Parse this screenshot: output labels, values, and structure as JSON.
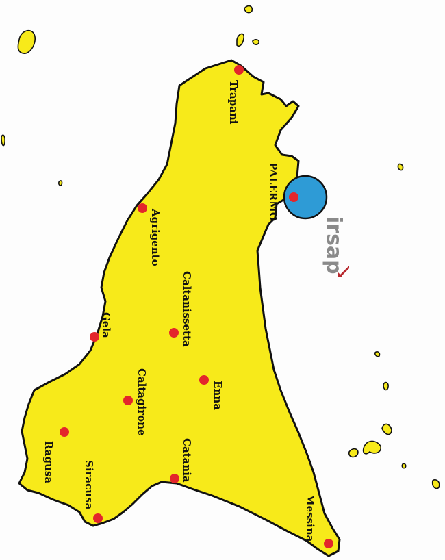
{
  "colors": {
    "land": "#f7ea1a",
    "outline": "#111111",
    "city_dot": "#e3262b",
    "highlight_circle": "#2e9bd6",
    "logo_text": "#8a8a8a",
    "logo_accent": "#b8282e",
    "background": "#fdfdfd"
  },
  "logo": {
    "text": "irsap",
    "icon": "arrow-corner-icon"
  },
  "cities": [
    {
      "id": "trapani",
      "label": "Trapani"
    },
    {
      "id": "palermo",
      "label": "PALERMO",
      "highlighted": true
    },
    {
      "id": "agrigento",
      "label": "Agrigento"
    },
    {
      "id": "caltanissetta",
      "label": "Caltanissetta"
    },
    {
      "id": "gela",
      "label": "Gela"
    },
    {
      "id": "enna",
      "label": "Enna"
    },
    {
      "id": "caltagirone",
      "label": "Caltagirone"
    },
    {
      "id": "ragusa",
      "label": "Ragusa"
    },
    {
      "id": "catania",
      "label": "Catania"
    },
    {
      "id": "siracusa",
      "label": "Siracusa"
    },
    {
      "id": "messina",
      "label": "Messina"
    }
  ]
}
